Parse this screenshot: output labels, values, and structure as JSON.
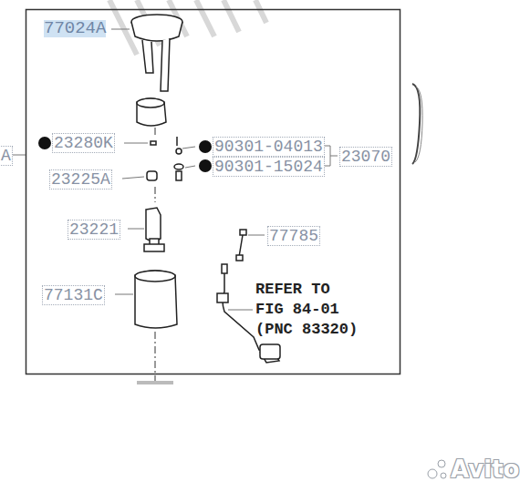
{
  "diagram": {
    "labels": [
      "77024A",
      "23280K",
      "90301-04013",
      "90301-15024",
      "23070",
      "23225A",
      "23221",
      "77785",
      "77131C",
      "REFER TO",
      "FIG 84-01",
      "(PNC 83320)",
      "A",
      "Avito"
    ]
  }
}
